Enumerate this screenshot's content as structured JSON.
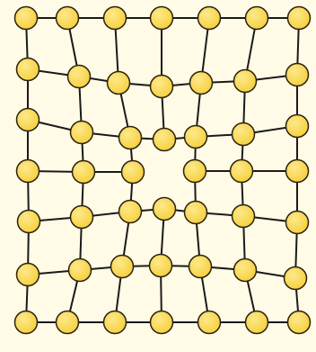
{
  "diagram": {
    "kind": "crystal-lattice-vacancy-defect",
    "rows": 7,
    "cols": 7,
    "vacancy": {
      "row": 3,
      "col": 3
    },
    "colors": {
      "background": "#fffbe6",
      "atom_fill": "#f6cf3c",
      "atom_highlight": "#fde98a",
      "atom_stroke": "#2a2210",
      "bond": "#1a1a1a"
    }
  }
}
